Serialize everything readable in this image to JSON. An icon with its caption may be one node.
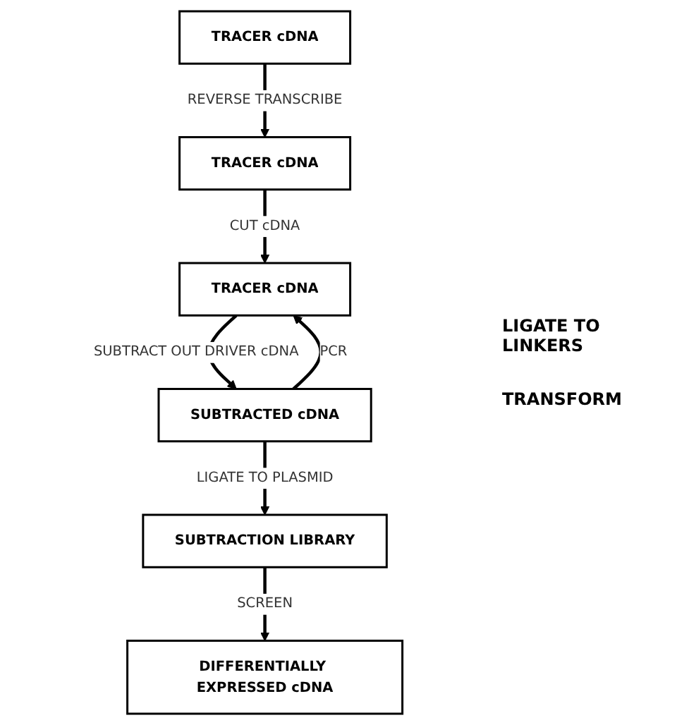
{
  "diagram": {
    "nodes": [
      {
        "text": [
          "TRACER cDNA"
        ]
      },
      {
        "text": [
          "TRACER cDNA"
        ]
      },
      {
        "text": [
          "TRACER cDNA"
        ]
      },
      {
        "text": [
          "SUBTRACTED cDNA"
        ]
      },
      {
        "text": [
          "SUBTRACTION LIBRARY"
        ]
      },
      {
        "text": [
          "DIFFERENTIALLY EXPRESSED cDNA"
        ]
      }
    ],
    "edges": [
      {
        "from": 0,
        "to": 1,
        "arrow": "to",
        "label": "REVERSE TRANSCRIBE"
      },
      {
        "from": 1,
        "to": 2,
        "arrow": "to",
        "label": "CUT cDNA"
      },
      {
        "from": 2,
        "to": 3,
        "arrow": "to",
        "label": "SUBTRACT OUT DRIVER cDNA"
      },
      {
        "from": 3,
        "to": 2,
        "arrow": "to",
        "label": "PCR"
      },
      {
        "from": 3,
        "to": 4,
        "arrow": "to",
        "label": "LIGATE TO PLASMID"
      },
      {
        "from": 4,
        "to": 5,
        "arrow": "to",
        "label": "SCREEN"
      }
    ],
    "labels": [
      "LIGATE TO LINKERS",
      "TRANSFORM"
    ]
  }
}
